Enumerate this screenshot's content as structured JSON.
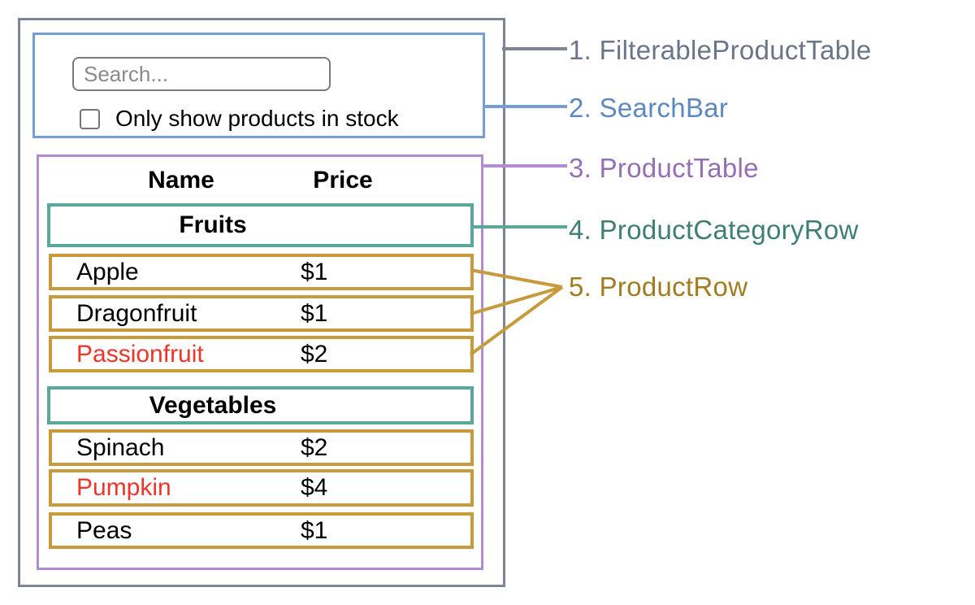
{
  "diagram": {
    "labels": [
      {
        "text": "1. FilterableProductTable",
        "color": "#6a7587"
      },
      {
        "text": "2. SearchBar",
        "color": "#5e89c0"
      },
      {
        "text": "3. ProductTable",
        "color": "#966fb3"
      },
      {
        "text": "4. ProductCategoryRow",
        "color": "#3f7e72"
      },
      {
        "text": "5. ProductRow",
        "color": "#a27c20"
      }
    ],
    "colors": {
      "filterable_product_table_border": "#7b8595",
      "search_bar_border": "#759fd4",
      "product_table_border": "#b18cce",
      "category_row_border": "#5aa89b",
      "product_row_border": "#c79b3c",
      "out_of_stock_text": "#f03428"
    }
  },
  "searchbar": {
    "placeholder": "Search...",
    "value": "",
    "checkbox_label": "Only show products in stock",
    "checkbox_checked": false
  },
  "table": {
    "headers": [
      "Name",
      "Price"
    ],
    "sections": [
      {
        "category": "Fruits",
        "rows": [
          {
            "name": "Apple",
            "price": "$1",
            "out_of_stock": false
          },
          {
            "name": "Dragonfruit",
            "price": "$1",
            "out_of_stock": false
          },
          {
            "name": "Passionfruit",
            "price": "$2",
            "out_of_stock": true
          }
        ]
      },
      {
        "category": "Vegetables",
        "rows": [
          {
            "name": "Spinach",
            "price": "$2",
            "out_of_stock": false
          },
          {
            "name": "Pumpkin",
            "price": "$4",
            "out_of_stock": true
          },
          {
            "name": "Peas",
            "price": "$1",
            "out_of_stock": false
          }
        ]
      }
    ]
  }
}
